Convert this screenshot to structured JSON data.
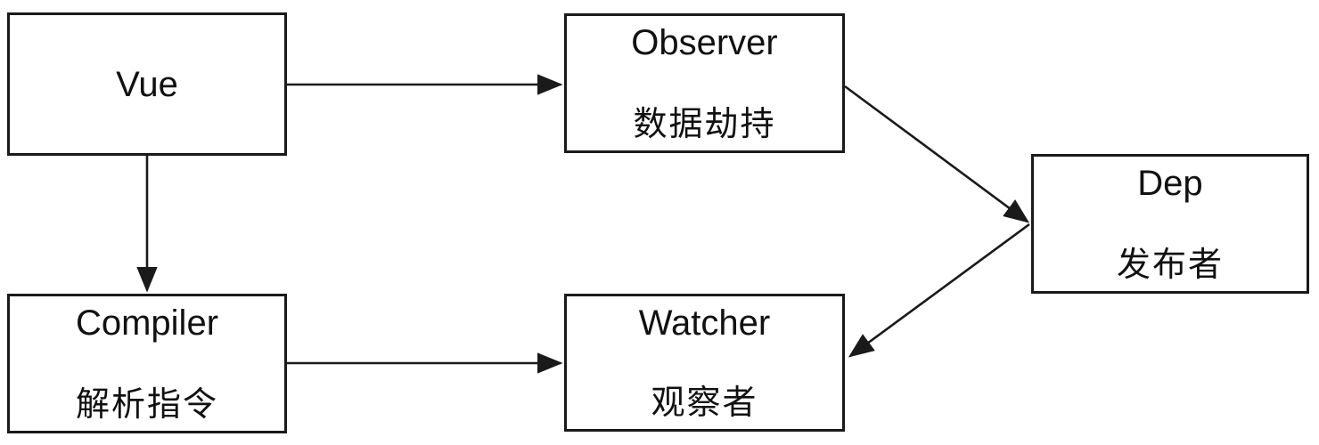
{
  "diagram": {
    "nodes": [
      {
        "id": "vue",
        "label": "Vue",
        "sublabel": ""
      },
      {
        "id": "observer",
        "label": "Observer",
        "sublabel": "数据劫持"
      },
      {
        "id": "dep",
        "label": "Dep",
        "sublabel": "发布者"
      },
      {
        "id": "compiler",
        "label": "Compiler",
        "sublabel": "解析指令"
      },
      {
        "id": "watcher",
        "label": "Watcher",
        "sublabel": "观察者"
      }
    ],
    "edges": [
      {
        "from": "Vue",
        "to": "Observer",
        "direction": "right"
      },
      {
        "from": "Vue",
        "to": "Compiler",
        "direction": "down"
      },
      {
        "from": "Compiler",
        "to": "Watcher",
        "direction": "right"
      },
      {
        "from": "Observer",
        "to": "Dep",
        "direction": "down-right"
      },
      {
        "from": "Dep",
        "to": "Watcher",
        "direction": "down-left"
      }
    ],
    "colors": {
      "line": "#1a1a1a",
      "box_fill": "#ffffff",
      "text": "#111111",
      "background": "#ffffff"
    }
  }
}
